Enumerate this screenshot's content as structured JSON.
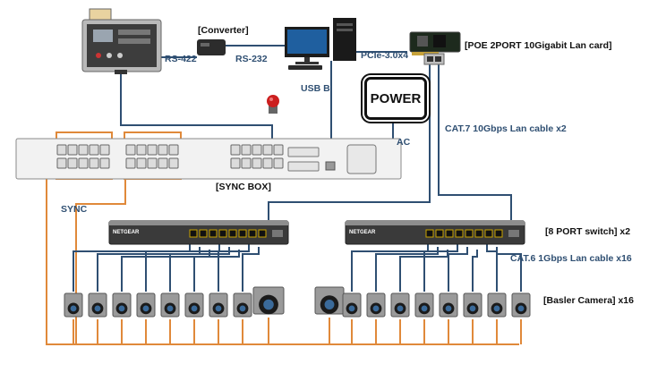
{
  "labels": {
    "converter": "[Converter]",
    "rs422": "RS-422",
    "rs232": "RS-232",
    "pcie": "PCIe-3.0x4",
    "lan_card": "[POE 2PORT 10Gigabit Lan card]",
    "usb_b": "USB B",
    "power": "POWER",
    "cat7": "CAT.7  10Gbps Lan cable x2",
    "ac": "AC",
    "sync_box": "[SYNC BOX]",
    "sync": "SYNC",
    "switch": "[8 PORT switch]   x2",
    "cat6": "CAT.6  1Gbps Lan cable  x16",
    "camera": "[Basler Camera]   x16",
    "netgear": "NETGEAR"
  },
  "colors": {
    "ethernet_cable": "#2f4f72",
    "sync_cable": "#e0893a",
    "label_blue": "#2f4f72"
  }
}
